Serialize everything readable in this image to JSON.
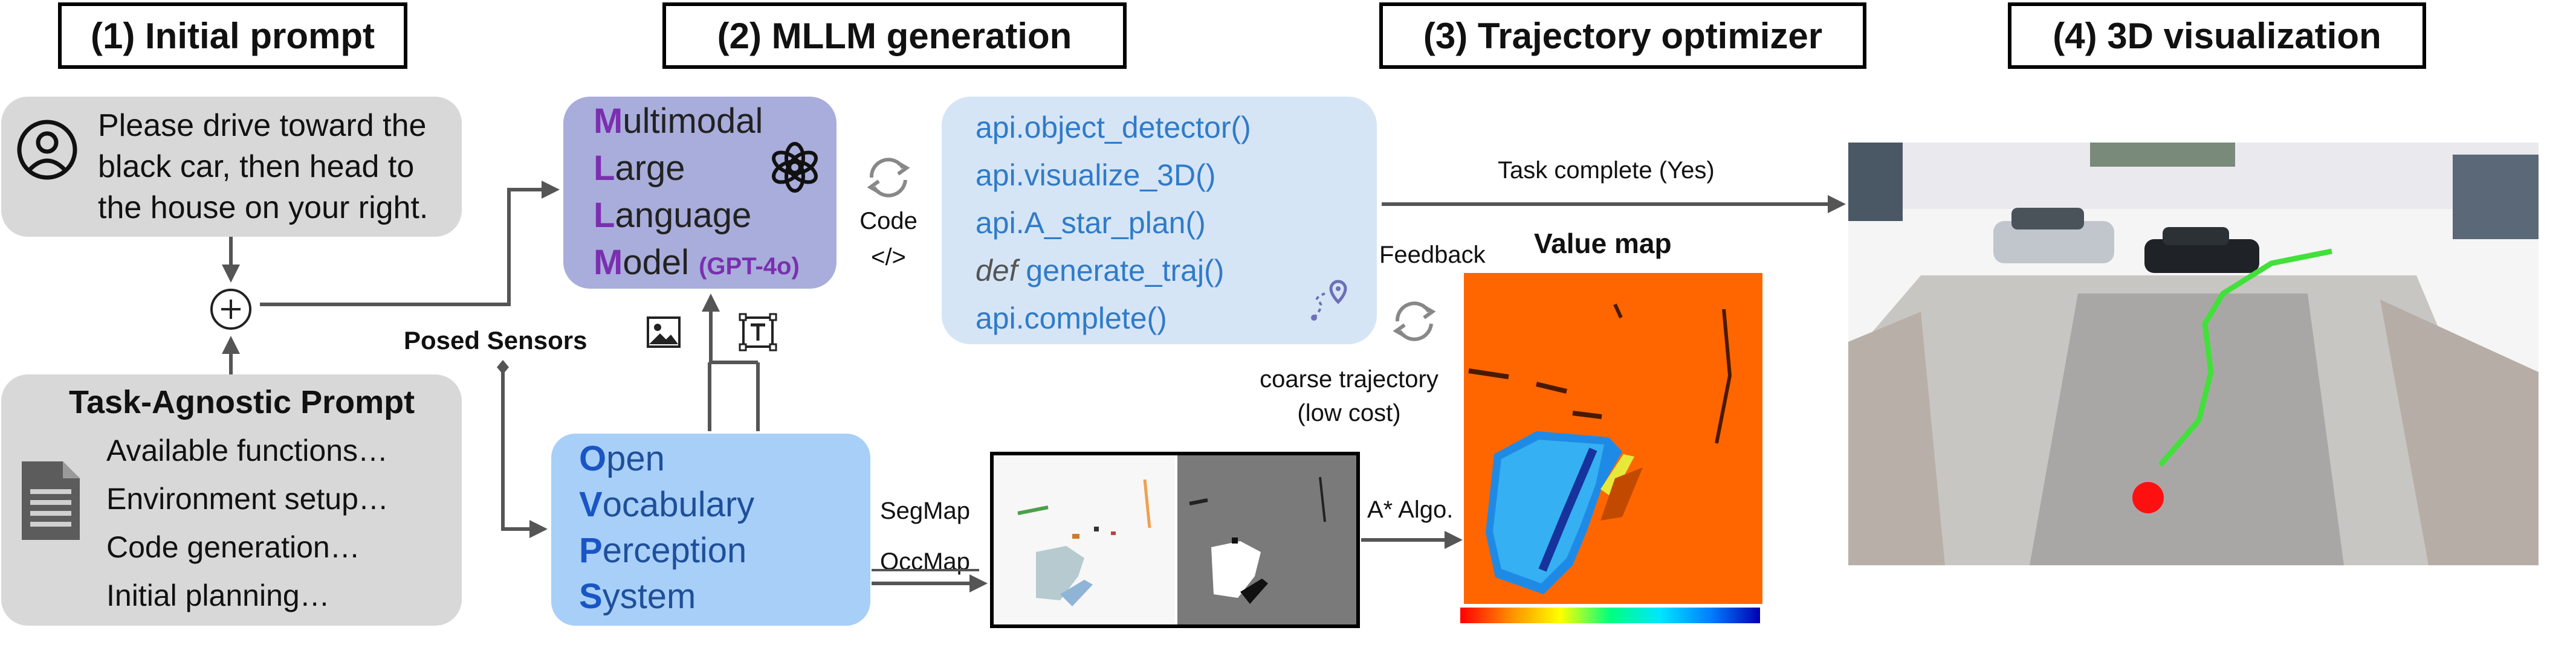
{
  "stages": {
    "initial_prompt": "(1) Initial prompt",
    "mllm_generation": "(2) MLLM generation",
    "trajectory_optimizer": "(3) Trajectory optimizer",
    "visualization_3d": "(4) 3D visualization"
  },
  "user_prompt": {
    "line1": "Please drive toward the",
    "line2": "black car, then head to",
    "line3": "the house on your right."
  },
  "task_agnostic": {
    "title": "Task-Agnostic Prompt",
    "items": [
      "Available functions…",
      "Environment setup…",
      "Code generation…",
      "Initial planning…"
    ]
  },
  "mllm": {
    "line1_first": "M",
    "line1_rest": "ultimodal",
    "line2_first": "L",
    "line2_rest": "arge",
    "line3_first": "L",
    "line3_rest": "anguage",
    "line4_first": "M",
    "line4_rest": "odel ",
    "model": "(GPT-4o)"
  },
  "ovp": {
    "line1_first": "O",
    "line1_rest": "pen",
    "line2_first": "V",
    "line2_rest": "ocabulary",
    "line3_first": "P",
    "line3_rest": "erception",
    "line4_first": "S",
    "line4_rest": "ystem"
  },
  "posed_sensors": "Posed Sensors",
  "code_label": "Code",
  "code_tag": "</>",
  "code_lines": {
    "l1": "api.object_detector()",
    "l2": "api.visualize_3D()",
    "l3": "api.A_star_plan()",
    "l4_kw": "def",
    "l4_rest": " generate_traj()",
    "l5": "api.complete()"
  },
  "task_complete": "Task complete (Yes)",
  "feedback": "Feedback",
  "value_map_title": "Value map",
  "coarse_traj_line1": "coarse trajectory",
  "coarse_traj_line2": "(low cost)",
  "segmap": "SegMap",
  "occmap": "OccMap",
  "astar": "A* Algo.",
  "colors": {
    "stage_border": "#000000",
    "gray_box": "#d8d8d8",
    "mllm_box": "#a9addb",
    "mllm_accent": "#7b2fb0",
    "ovp_box": "#a7cff8",
    "ovp_accent": "#1a55c4",
    "code_box": "#d6e5f6",
    "code_text": "#2f7bc9",
    "value_map_bg": "#ff6600",
    "value_map_region": "#2f8fe8"
  }
}
